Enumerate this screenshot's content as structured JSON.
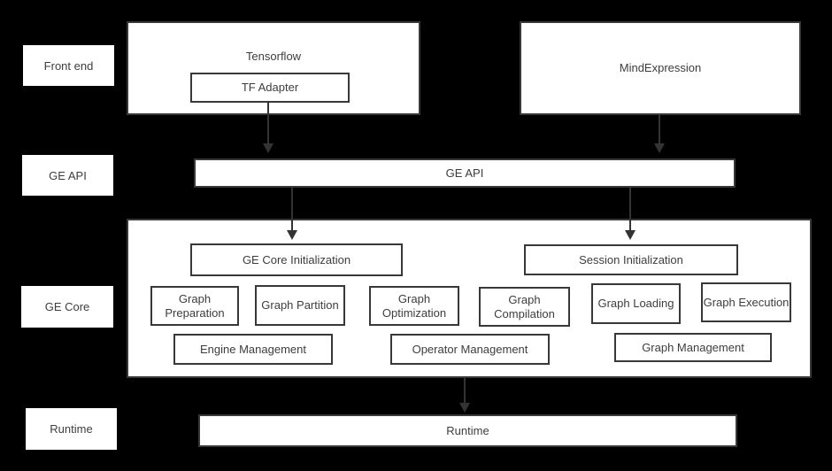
{
  "palette": {
    "background": "#000000",
    "box_fill": "#ffffff",
    "box_border": "#383838",
    "text": "#3d3d3d",
    "arrow": "#333333"
  },
  "row_labels": {
    "front_end": "Front end",
    "ge_api": "GE API",
    "ge_core": "GE Core",
    "runtime": "Runtime"
  },
  "front_end": {
    "tensorflow": "Tensorflow",
    "tf_adapter": "TF Adapter",
    "mind_expression": "MindExpression"
  },
  "ge_api": {
    "bar": "GE API"
  },
  "ge_core": {
    "init": "GE Core Initialization",
    "session": "Session Initialization",
    "modules": [
      {
        "label": "Graph Preparation"
      },
      {
        "label": "Graph Partition"
      },
      {
        "label": "Graph Optimization"
      },
      {
        "label": "Graph Compilation"
      },
      {
        "label": "Graph Loading"
      },
      {
        "label": "Graph Execution"
      }
    ],
    "management": [
      {
        "label": "Engine Management"
      },
      {
        "label": "Operator Management"
      },
      {
        "label": "Graph Management"
      }
    ]
  },
  "runtime": {
    "bar": "Runtime"
  }
}
